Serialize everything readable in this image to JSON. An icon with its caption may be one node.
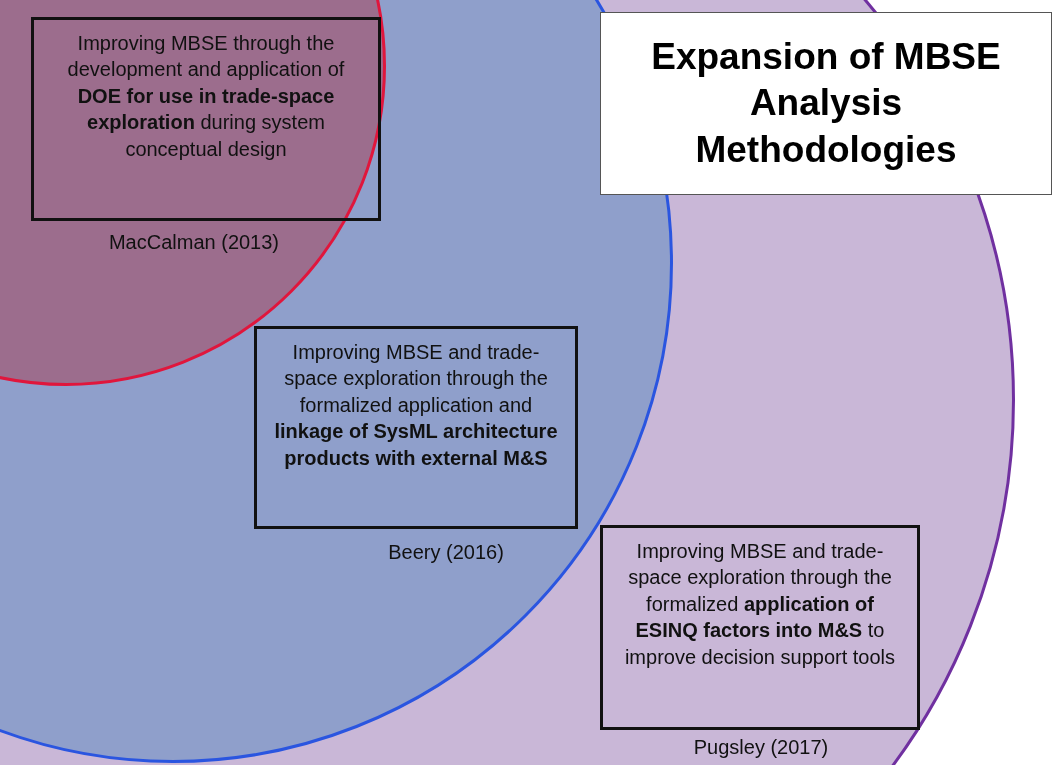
{
  "diagram": {
    "title": "Expansion of MBSE Analysis Methodologies",
    "nodes": [
      {
        "text": [],
        "shape": "circle"
      },
      {
        "text": [],
        "shape": "circle",
        "in": 0
      },
      {
        "text": [],
        "shape": "circle",
        "in": 1
      },
      {
        "text": [
          "Improving MBSE through the development and application of **DOE for use in trade-space exploration** during system conceptual design"
        ],
        "beside": [
          "MacCalman (2013)"
        ],
        "in": 2
      },
      {
        "text": [
          "Improving MBSE and trade-space exploration through the formalized application and **linkage of SysML architecture products with external M&S**"
        ],
        "beside": [
          "Beery (2016)"
        ],
        "in": 1
      },
      {
        "text": [
          "Improving MBSE and trade-space exploration through the formalized **application of ESINQ factors into M&S** to improve decision support tools"
        ],
        "beside": [
          "Pugsley (2017)"
        ],
        "in": 0
      }
    ]
  }
}
